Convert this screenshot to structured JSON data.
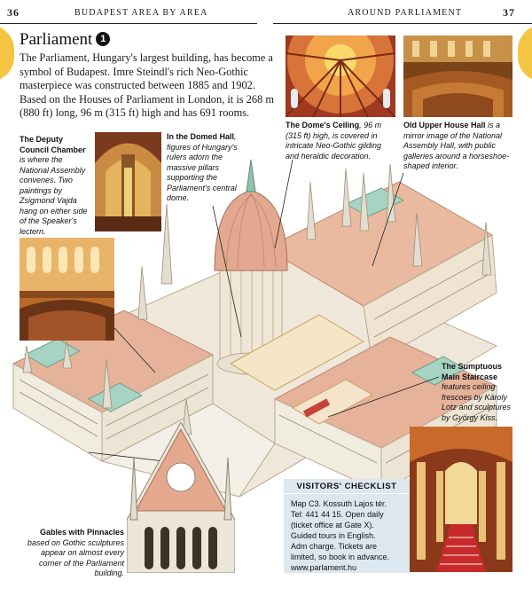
{
  "header": {
    "left_page_number": "36",
    "left_running_head": "BUDAPEST AREA BY AREA",
    "right_running_head": "AROUND PARLIAMENT",
    "right_page_number": "37"
  },
  "article": {
    "title": "Parliament",
    "map_number": "1",
    "intro": "The Parliament, Hungary's largest building, has become a symbol of Budapest. Imre Steindl's rich Neo-Gothic masterpiece was constructed between 1885 and 1902. Based on the Houses of Parliament in London, it is 268 m (880 ft) long, 96 m (315 ft) high and has 691 rooms."
  },
  "captions": {
    "deputy": {
      "title": "The Deputy Council Chamber",
      "text": "is where the National Assembly convenes. Two paintings by Zsigmond Vajda hang on either side of the Speaker's lectern."
    },
    "domed": {
      "title": "In the Domed Hall",
      "text": ", figures of Hungary's rulers adorn the massive pillars supporting the Parliament's central dome."
    },
    "ceiling": {
      "title": "The Dome's Ceiling",
      "text": ", 96 m (315 ft) high, is covered in intricate Neo-Gothic gilding and heraldic decoration."
    },
    "upper": {
      "title": "Old Upper House Hall",
      "text": " is a mirror image of the National Assembly Hall, with public galleries around a horseshoe-shaped interior."
    },
    "staircase": {
      "title": "The Sumptuous Main Staircase",
      "text": "features ceiling frescoes by Károly Lotz and sculptures by György Kiss."
    },
    "gables": {
      "title": "Gables with Pinnacles",
      "text": "based on Gothic sculptures appear on almost every corner of the Parliament building."
    }
  },
  "checklist": {
    "title": "VISITORS' CHECKLIST",
    "lines": [
      "Map C3. Kossuth Lajos tér.",
      "Tel: 441 44 15. Open daily",
      "(ticket office at Gate X).",
      "Guided tours in English.",
      "Adm charge. Tickets are",
      "limited, so book in advance.",
      "www.parlament.hu"
    ]
  },
  "colors": {
    "tab": "#f4c542",
    "checklist_bg": "#dce7f0",
    "roof": "#e9b9a0",
    "stone": "#f2eee4",
    "copper": "#a7d3c3"
  }
}
